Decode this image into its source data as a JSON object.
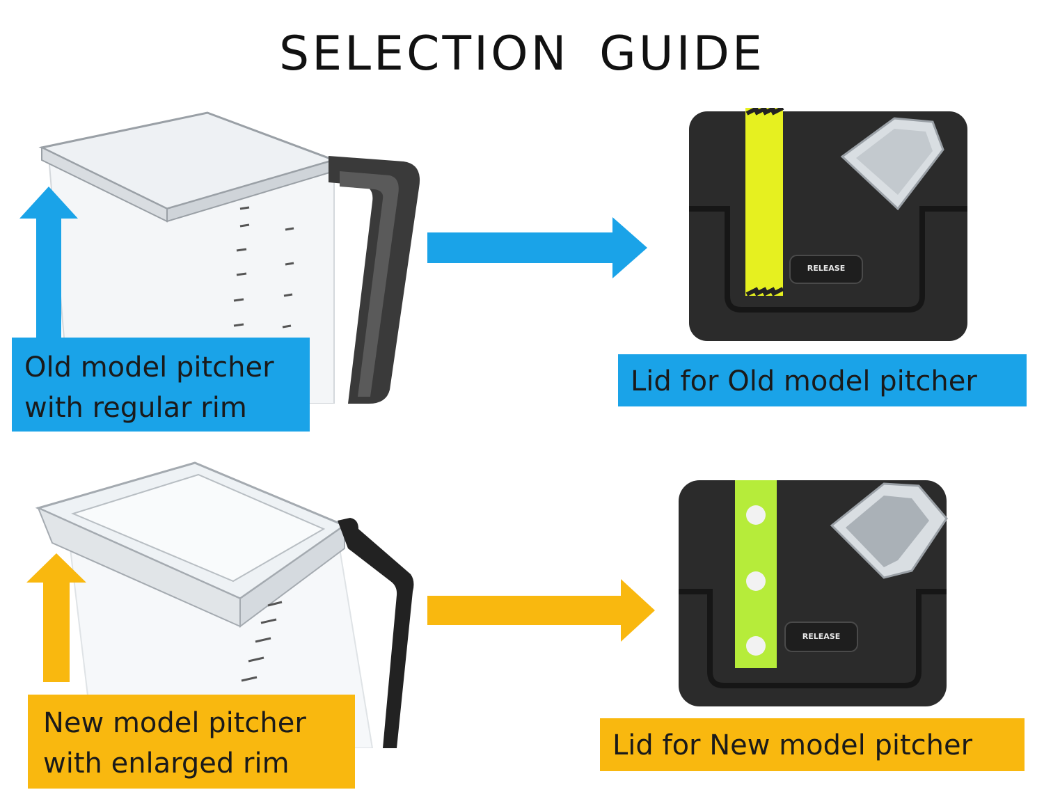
{
  "title": "SELECTION  GUIDE",
  "colors": {
    "accent_blue": "#1aa3e8",
    "accent_yellow": "#f9b80f",
    "lid_dark": "#2b2b2b"
  },
  "row_old": {
    "pitcher_label_line1": "Old model pitcher",
    "pitcher_label_line2": "with regular rim",
    "lid_label": "Lid for Old model pitcher",
    "release_button": "RELEASE"
  },
  "row_new": {
    "pitcher_label_line1": "New model pitcher",
    "pitcher_label_line2": "with enlarged rim",
    "lid_label": "Lid for New model pitcher",
    "release_button": "RELEASE"
  },
  "icons": [
    "up-arrow-icon",
    "right-arrow-icon"
  ]
}
